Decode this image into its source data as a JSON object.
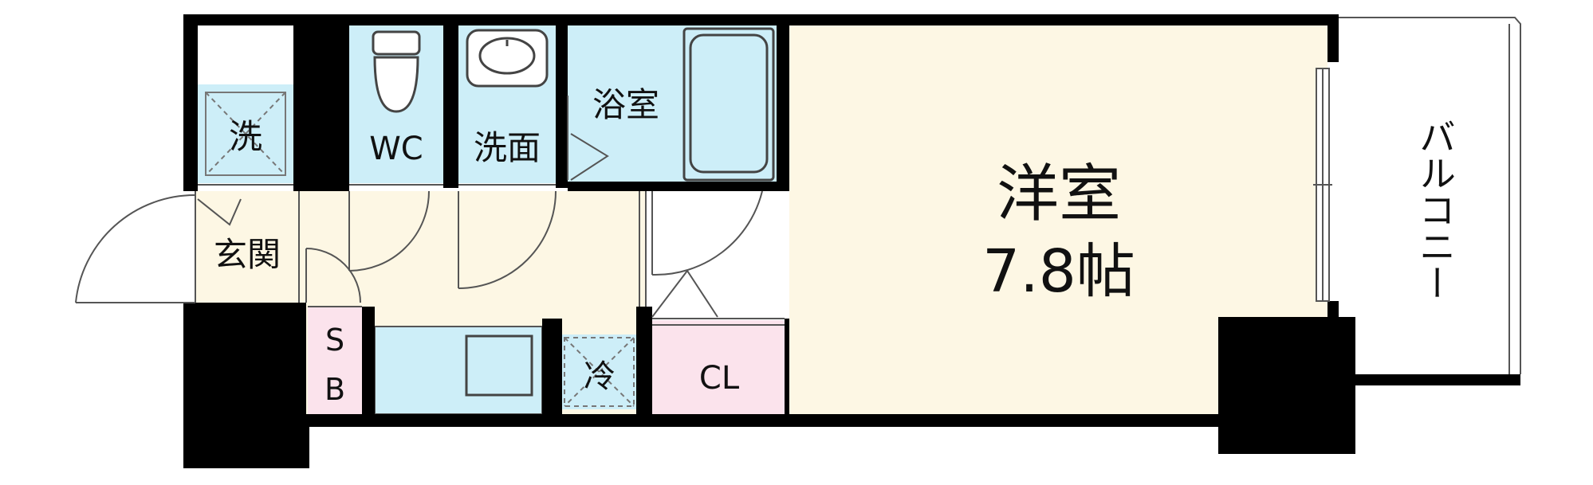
{
  "rooms": {
    "laundry": {
      "label": "洗"
    },
    "wc": {
      "label": "WC"
    },
    "washroom": {
      "label": "洗面"
    },
    "bathroom": {
      "label": "浴室"
    },
    "western_room": {
      "label": "洋室",
      "size": "7.8帖"
    },
    "entrance": {
      "label": "玄関"
    },
    "shoe_box": {
      "label_top": "S",
      "label_bottom": "B"
    },
    "fridge": {
      "label": "冷"
    },
    "closet": {
      "label": "CL"
    },
    "balcony": {
      "label": "バルコニー"
    }
  },
  "colors": {
    "wall": "#000000",
    "wet_area": "#cdeef8",
    "corridor": "#fdf7e4",
    "storage": "#fbe3ec",
    "balcony": "#ffffff",
    "line": "#555555"
  }
}
